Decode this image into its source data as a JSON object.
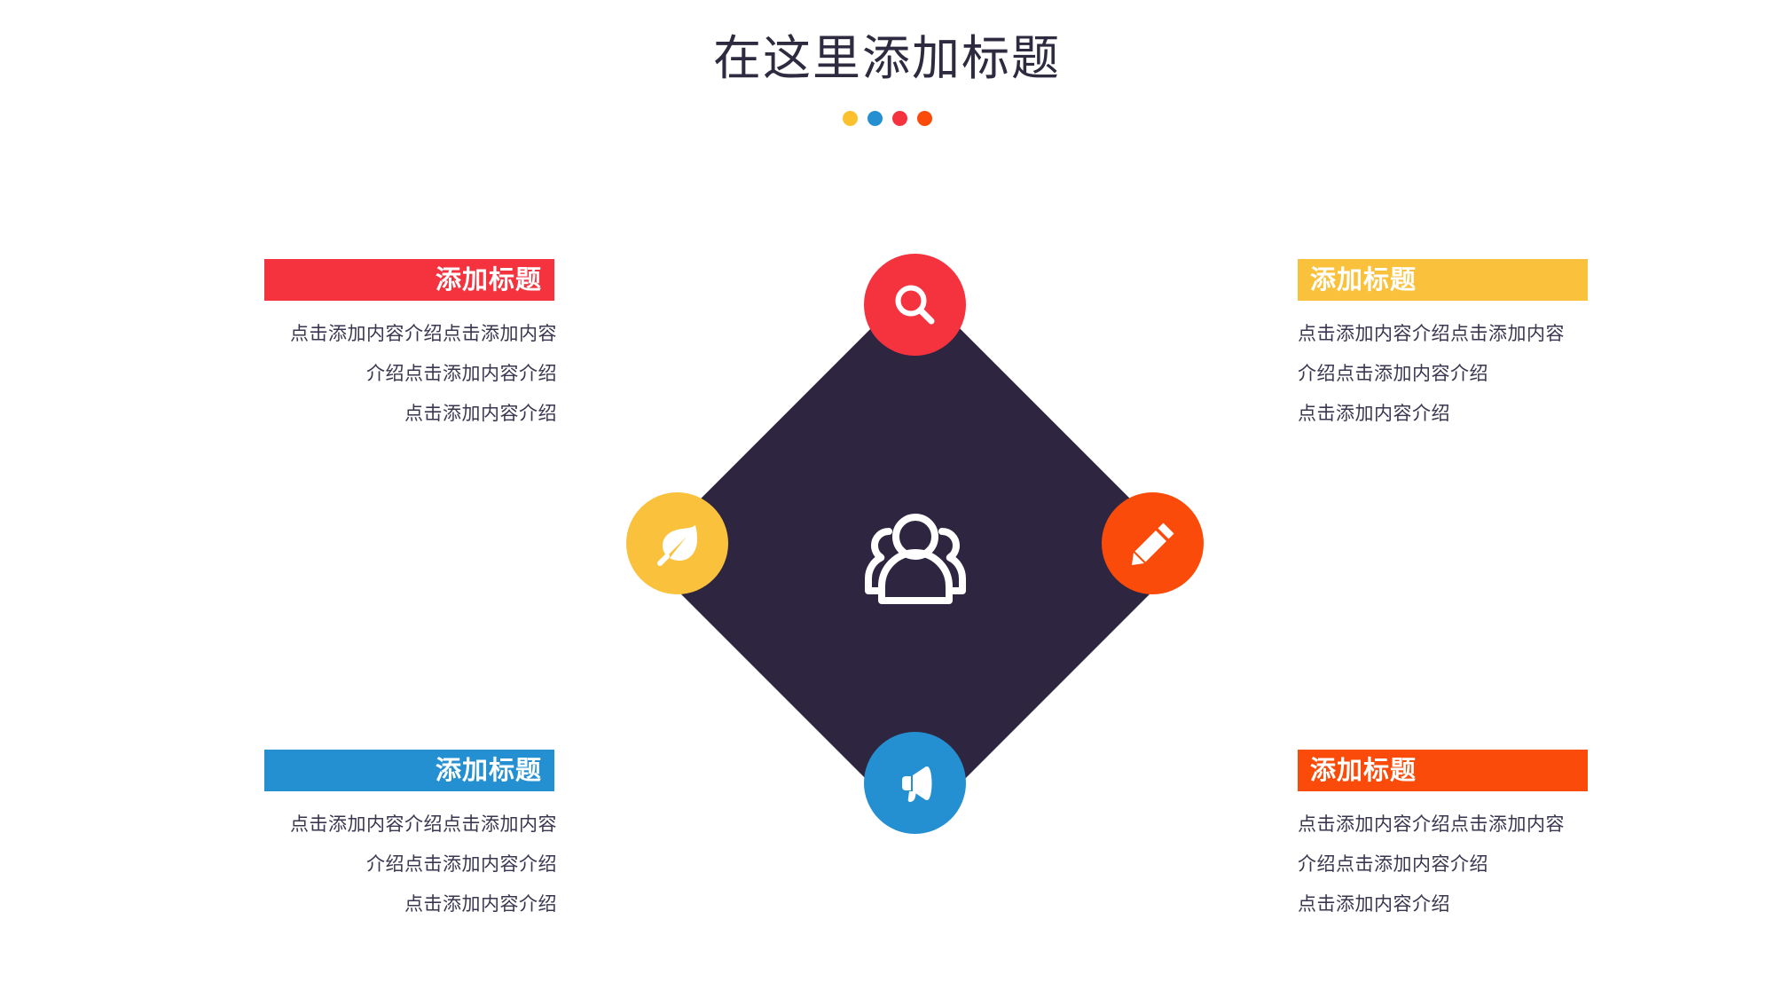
{
  "header": {
    "title": "在这里添加标题",
    "dots": [
      {
        "name": "dot-yellow",
        "color": "#FBC02D"
      },
      {
        "name": "dot-blue",
        "color": "#2490D1"
      },
      {
        "name": "dot-red",
        "color": "#F5333F"
      },
      {
        "name": "dot-orange",
        "color": "#FA4B0A"
      }
    ]
  },
  "blocks": {
    "top_left": {
      "label": "添加标题",
      "color": "#F5333F",
      "lines": [
        "点击添加内容介绍点击添加内容",
        "介绍点击添加内容介绍",
        "点击添加内容介绍"
      ]
    },
    "top_right": {
      "label": "添加标题",
      "color": "#FAC13C",
      "lines": [
        "点击添加内容介绍点击添加内容",
        "介绍点击添加内容介绍",
        "点击添加内容介绍"
      ]
    },
    "bottom_left": {
      "label": "添加标题",
      "color": "#2490D1",
      "lines": [
        "点击添加内容介绍点击添加内容",
        "介绍点击添加内容介绍",
        "点击添加内容介绍"
      ]
    },
    "bottom_right": {
      "label": "添加标题",
      "color": "#FA4B0A",
      "lines": [
        "点击添加内容介绍点击添加内容",
        "介绍点击添加内容介绍",
        "点击添加内容介绍"
      ]
    }
  },
  "center": {
    "diamond_color": "#2E2640",
    "icon": "users-group-icon",
    "nodes": [
      {
        "position": "top",
        "icon": "search-icon",
        "color": "#F5333F"
      },
      {
        "position": "left",
        "icon": "leaf-icon",
        "color": "#FAC13C"
      },
      {
        "position": "right",
        "icon": "pencil-icon",
        "color": "#FA4B0A"
      },
      {
        "position": "bottom",
        "icon": "megaphone-icon",
        "color": "#2490D1"
      }
    ]
  }
}
